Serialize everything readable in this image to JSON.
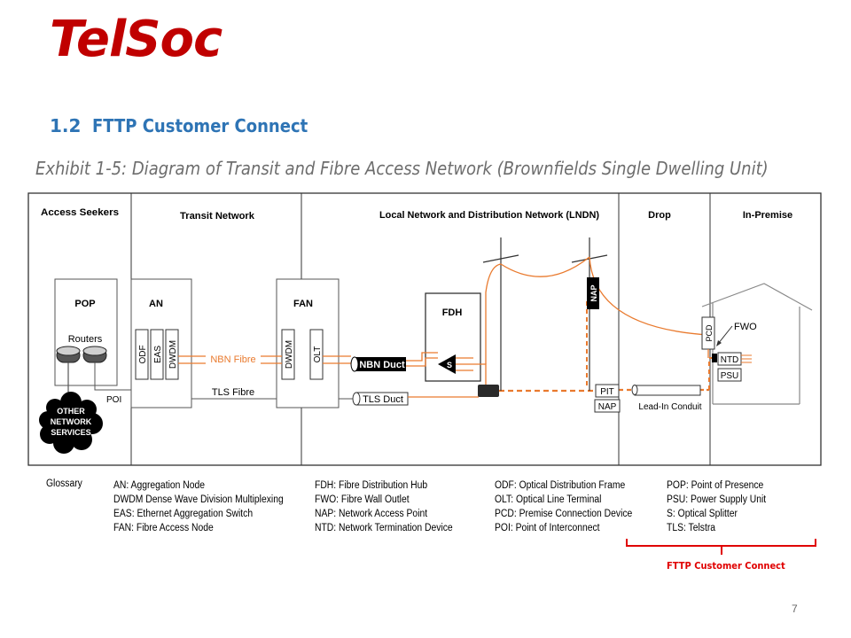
{
  "header": {
    "logo_text": "TelSoc",
    "section_number": "1.2",
    "section_title": "FTTP Customer Connect",
    "exhibit_caption": "Exhibit 1-5: Diagram of Transit and Fibre Access Network (Brownfields Single Dwelling Unit)"
  },
  "diagram": {
    "columns": {
      "access_seekers": "Access Seekers",
      "transit": "Transit Network",
      "lndn": "Local Network and Distribution Network (LNDN)",
      "drop": "Drop",
      "in_premise": "In-Premise"
    },
    "pop": "POP",
    "routers": "Routers",
    "poi": "POI",
    "other_services": [
      "OTHER",
      "NETWORK",
      "SERVICES"
    ],
    "an": "AN",
    "odf": "ODF",
    "eas": "EAS",
    "dwdm": "DWDM",
    "nbn_fibre": "NBN Fibre",
    "tls_fibre": "TLS Fibre",
    "fan": "FAN",
    "fan_dwdm": "DWDM",
    "olt": "OLT",
    "nbn_duct": "NBN Duct",
    "tls_duct": "TLS Duct",
    "fdh": "FDH",
    "splitter": "S",
    "nap_pole": "NAP",
    "pit": "PIT",
    "nap_pit": "NAP",
    "lead_in": "Lead-In Conduit",
    "pcd": "PCD",
    "fwo": "FWO",
    "ntd": "NTD",
    "psu": "PSU",
    "colors": {
      "orange": "#e97a2e",
      "frame": "#333333",
      "bracket": "#e00000"
    }
  },
  "glossary": {
    "label": "Glossary",
    "col1": [
      "AN: Aggregation Node",
      "DWDM Dense Wave Division Multiplexing",
      "EAS: Ethernet Aggregation Switch",
      "FAN: Fibre Access Node"
    ],
    "col2": [
      "FDH: Fibre Distribution Hub",
      "FWO: Fibre Wall Outlet",
      "NAP: Network Access Point",
      "NTD: Network Termination Device"
    ],
    "col3": [
      "ODF: Optical Distribution Frame",
      "OLT: Optical Line Terminal",
      "PCD: Premise Connection Device",
      "POI: Point of Interconnect"
    ],
    "col4": [
      "POP: Point of Presence",
      "PSU: Power Supply Unit",
      "S: Optical Splitter",
      "TLS: Telstra"
    ]
  },
  "bracket_label": "FTTP Customer Connect",
  "page_number": "7"
}
